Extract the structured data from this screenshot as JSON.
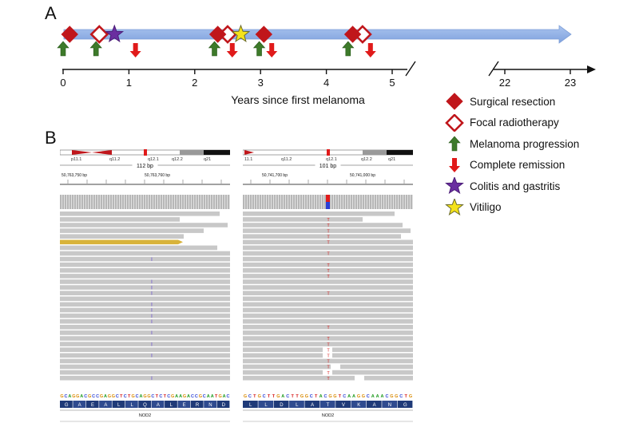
{
  "panel_a": {
    "letter": "A",
    "x_axis_title": "Years since first melanoma",
    "ticks_left": [
      "0",
      "1",
      "2",
      "3",
      "4",
      "5"
    ],
    "ticks_right": [
      "22",
      "23"
    ],
    "legend": [
      {
        "symbol": "surgical-resection",
        "label": "Surgical resection",
        "color": "#c0161b"
      },
      {
        "symbol": "focal-radiotherapy",
        "label": "Focal radiotherapy",
        "color": "#c0161b"
      },
      {
        "symbol": "melanoma-progression",
        "label": "Melanoma progression",
        "color": "#3d7a2a"
      },
      {
        "symbol": "complete-remission",
        "label": "Complete remission",
        "color": "#e01a1a"
      },
      {
        "symbol": "colitis-gastritis",
        "label": "Colitis and gastritis",
        "color": "#6a2ea0"
      },
      {
        "symbol": "vitiligo",
        "label": "Vitiligo",
        "color": "#f4e21b"
      }
    ],
    "events": {
      "surgical_resection": [
        0.1,
        2.35,
        3.05,
        4.4
      ],
      "focal_radiotherapy": [
        0.55,
        2.5,
        4.55
      ],
      "melanoma_progression": [
        0.0,
        0.5,
        2.3,
        2.98,
        4.33
      ],
      "complete_remission": [
        1.1,
        2.57,
        3.17,
        4.67
      ],
      "colitis_gastritis": [
        0.78
      ],
      "vitiligo": [
        2.7
      ]
    },
    "timeline_color": "#8fb0e6"
  },
  "panel_b": {
    "letter": "B",
    "left": {
      "bands": [
        "p11.1",
        "q11.2",
        "q12.1",
        "q12.2",
        "q21"
      ],
      "width_label": "112 bp",
      "coord1": "50,763,750 bp",
      "coord2": "50,763,760 bp",
      "sequence": "GCAGGACGCCGAGGCTCTGCAGGCTCTCGAAGACCGCAATGAC",
      "amino_acids": [
        "G",
        "A",
        "E",
        "A",
        "L",
        "L",
        "Q",
        "A",
        "L",
        "E",
        "R",
        "N",
        "D"
      ],
      "gene": "NOD2"
    },
    "right": {
      "bands": [
        "11.1",
        "q11.2",
        "q12.1",
        "q12.2",
        "q21"
      ],
      "width_label": "101 bp",
      "coord1": "50,741,700 bp",
      "coord2": "50,741,000 bp",
      "sequence": "GCTGCTTGACTTGGCTACGGTCAAGGCAAACGGCTG",
      "amino_acids": [
        "L",
        "L",
        "D",
        "L",
        "A",
        "T",
        "V",
        "K",
        "A",
        "N",
        "G"
      ],
      "gene": "NOD2"
    }
  }
}
